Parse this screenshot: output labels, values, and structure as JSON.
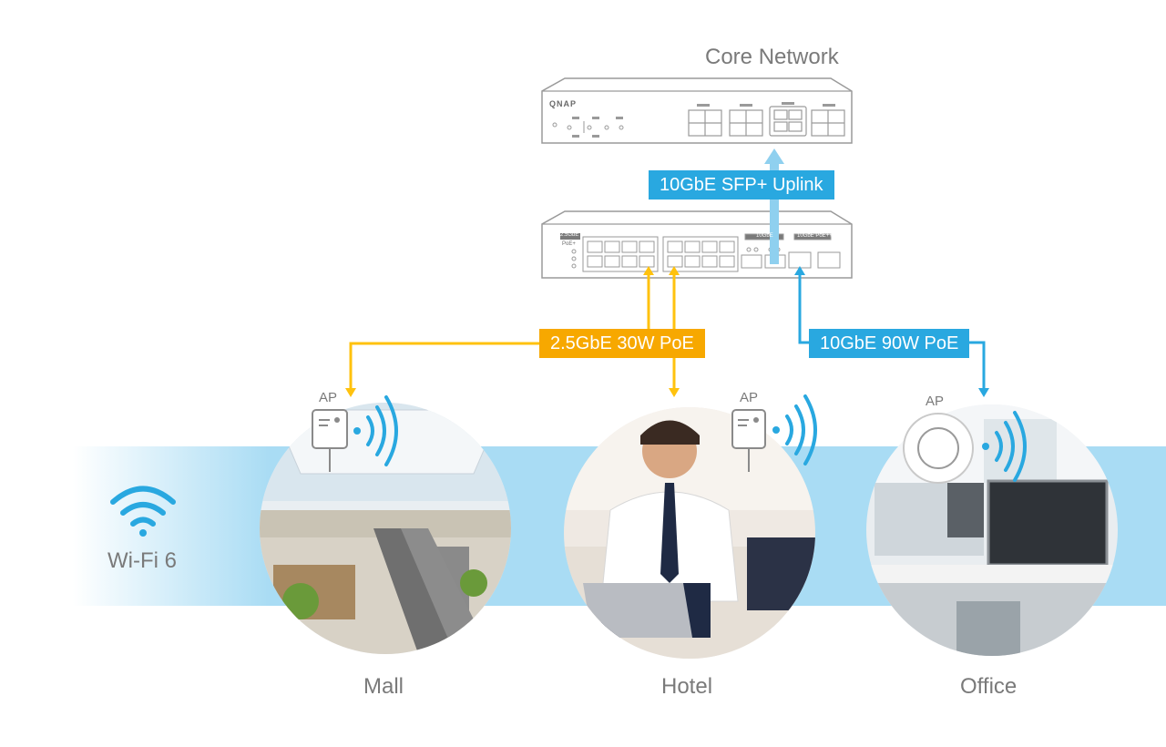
{
  "title": "Core Network",
  "brand": "QNAP",
  "switch_labels": {
    "ports_25g": "2.5GbE",
    "poe": "PoE+",
    "sfp_10g": "10GbE",
    "poe_10g": "10GbE PoE++"
  },
  "links": {
    "uplink": "10GbE SFP+ Uplink",
    "poe_25g": "2.5GbE 30W PoE",
    "poe_10g": "10GbE 90W PoE"
  },
  "wifi_label": "Wi-Fi 6",
  "ap_label": "AP",
  "locations": [
    {
      "name": "Mall"
    },
    {
      "name": "Hotel"
    },
    {
      "name": "Office"
    }
  ],
  "colors": {
    "yellow": "#ffc20e",
    "orange": "#f7a800",
    "blue": "#29a8e0",
    "light_blue": "#8fd0ef",
    "band": "#a9dcf4",
    "gray_text": "#7a7a7a"
  }
}
